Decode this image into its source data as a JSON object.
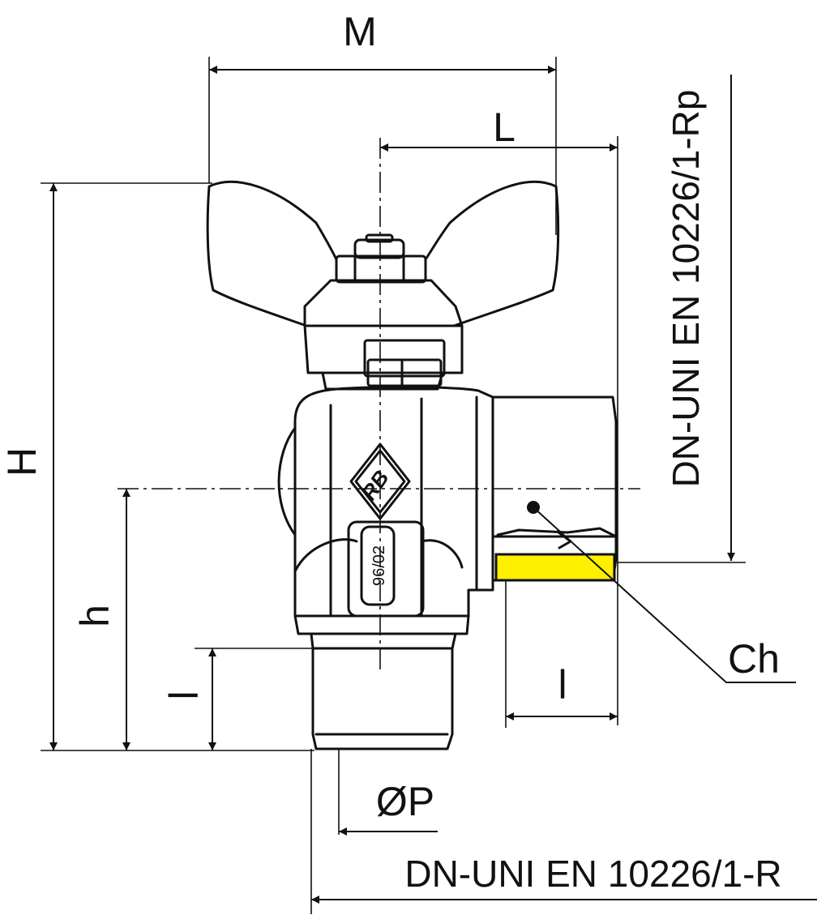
{
  "labels": {
    "M": "M",
    "L": "L",
    "H": "H",
    "h": "h",
    "l_male": "l",
    "l_female": "l",
    "Ch": "Ch",
    "P": "ØP",
    "thread_female": "DN-UNI EN 10226/1-Rp",
    "thread_male": "DN-UNI EN 10226/1-R"
  },
  "marks": {
    "date_code": "96/02",
    "logo": "RB"
  },
  "colors": {
    "line": "#111111",
    "highlight": "#ffef00",
    "background": "#ffffff"
  }
}
